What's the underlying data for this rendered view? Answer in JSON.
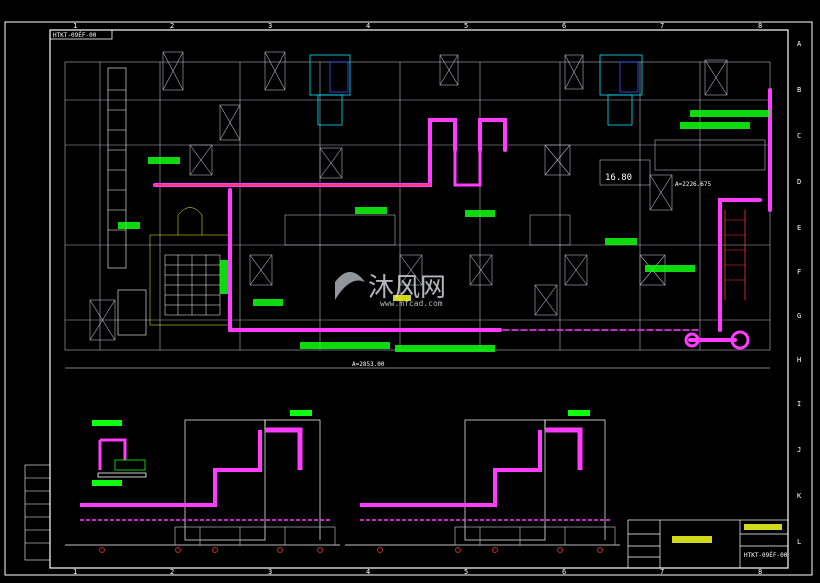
{
  "drawing": {
    "code_box": "HTKT-09ÉF-00",
    "col_numbers": [
      "1",
      "2",
      "3",
      "4",
      "5",
      "6",
      "7",
      "8"
    ],
    "row_letters": [
      "A",
      "B",
      "C",
      "D",
      "E",
      "F",
      "G",
      "H",
      "I",
      "J",
      "K",
      "L"
    ],
    "dimension_main": "A=2853.00",
    "elevation_label": "16.80",
    "elevation_tag": "A=2226.675",
    "watermark_cn": "沐风网",
    "watermark_url": "www.mfcad.com",
    "title_block_code": "HTKT-09ÉF-00",
    "colors": {
      "background": "#000000",
      "frame": "#ffffff",
      "grid": "#aeb4bc",
      "pipe_magenta": "#ff3cff",
      "pipe_red": "#ff3434",
      "label_green": "#10ff10",
      "label_yellow": "#f5ff1e",
      "cyan": "#00e8ff",
      "blue": "#3a56ff"
    }
  }
}
